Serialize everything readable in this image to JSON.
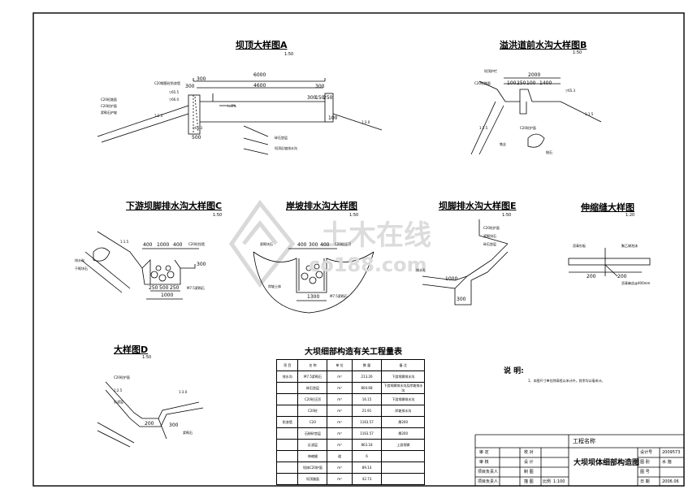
{
  "drawing_title": "大坝坝体细部构造图",
  "project_label": "工程名称",
  "drawing_number": "2009573",
  "date": "2006.06",
  "scale_value": "1:100",
  "details": {
    "a": {
      "title": "坝顶大样图A",
      "scale": "1:50",
      "dims": [
        "6000",
        "4600",
        "300",
        "300",
        "500",
        "300",
        "300",
        "150",
        "250",
        "100"
      ],
      "labels": [
        "C20钢筋砼防浪墙",
        "C20砼路面",
        "C20砼护面",
        "浆砌石护坡",
        "碎石垫层",
        "坝顶反坡排水沟",
        "1:2.5",
        "1:3.0",
        "i=2%",
        "▽65.5",
        "▽66.0",
        "▽65.3"
      ]
    },
    "b": {
      "title": "溢洪道前水沟大样图B",
      "scale": "1:50",
      "dims": [
        "2000",
        "100",
        "250",
        "100",
        "1400"
      ],
      "labels": [
        "坝顶护栏",
        "C20砼路面",
        "C20砼护面",
        "▽65.3",
        "1:1.5",
        "1:2.5",
        "铁丝",
        "抛石"
      ]
    },
    "c": {
      "title": "下游坝脚排水沟大样图C",
      "scale": "1:50",
      "dims": [
        "400",
        "1000",
        "400",
        "250",
        "500",
        "250",
        "1000",
        "300"
      ],
      "labels": [
        "1:1.5",
        "C20砼挡墙",
        "M7.5浆砌石",
        "排水沟",
        "干砌块石"
      ]
    },
    "d": {
      "title": "岸坡排水沟大样图",
      "scale": "1:50",
      "dims": [
        "400",
        "300",
        "400",
        "1300"
      ],
      "labels": [
        "浆砌块石",
        "C20砼压顶",
        "M7.5浆砌石",
        "岸坡土体"
      ]
    },
    "e": {
      "title": "坝脚排水沟大样图E",
      "scale": "1:50",
      "dims": [
        "1000",
        "300"
      ],
      "labels": [
        "C20砼护面",
        "浆砌块石",
        "碎石垫层",
        "排水孔"
      ]
    },
    "f": {
      "title": "伸缩缝大样图",
      "scale": "1:20",
      "dims": [
        "200",
        "200"
      ],
      "labels": [
        "沥青杉板",
        "聚乙烯泡沫",
        "沥青麻丝@400mm"
      ]
    },
    "g": {
      "title": "大样图D",
      "scale": "1:50",
      "dims": [
        "200",
        "300"
      ],
      "labels": [
        "C20砼护面",
        "1:2.5",
        "1:3.0",
        "反滤层",
        "浆砌石"
      ]
    }
  },
  "quantity_table": {
    "title": "大坝细部构造有关工程量表",
    "headers": [
      "项 目",
      "名 称",
      "单 位",
      "数 量",
      "备 注"
    ],
    "rows": [
      [
        "排水沟",
        "M7.5浆砌石",
        "m³",
        "213.26",
        "下游坝脚排水沟"
      ],
      [
        "",
        "碎石垫层",
        "m³",
        "804.68",
        "下游坝脚排水沟及岸坡排水沟"
      ],
      [
        "",
        "C20砼压顶",
        "m³",
        "16.15",
        "下游坝脚排水沟"
      ],
      [
        "",
        "C20砼",
        "m³",
        "21.91",
        "岸坡排水沟"
      ],
      [
        "防浪墙",
        "C20",
        "m³",
        "1163.57",
        "厚200"
      ],
      [
        "",
        "石粉砂垫层",
        "m³",
        "1163.57",
        "厚200"
      ],
      [
        "",
        "反滤层",
        "m³",
        "863.18",
        "上游坝脚"
      ],
      [
        "",
        "伸缩缝",
        "道",
        "6",
        ""
      ],
      [
        "",
        "坝体C20护面",
        "m³",
        "89.14",
        ""
      ],
      [
        "",
        "坝顶路面",
        "m³",
        "42.73",
        ""
      ]
    ]
  },
  "notes": {
    "heading": "说 明:",
    "lines": [
      "1、本图尺寸单位除高程以米计外，其余均以毫米计。"
    ]
  },
  "title_block": {
    "left_labels": [
      "审 定",
      "审 核",
      "项目负责人",
      "项目负责人"
    ],
    "mid_labels": [
      "校 对",
      "设 计",
      "制 图",
      "描 图"
    ],
    "right_labels": [
      "设计号",
      "图 别",
      "图 号",
      "日 期"
    ],
    "right_values": [
      "2009573",
      "水 施",
      "",
      "2006.06"
    ],
    "scale_label": "比例"
  },
  "watermark": {
    "text": "土木在线",
    "url": "co188.com"
  }
}
